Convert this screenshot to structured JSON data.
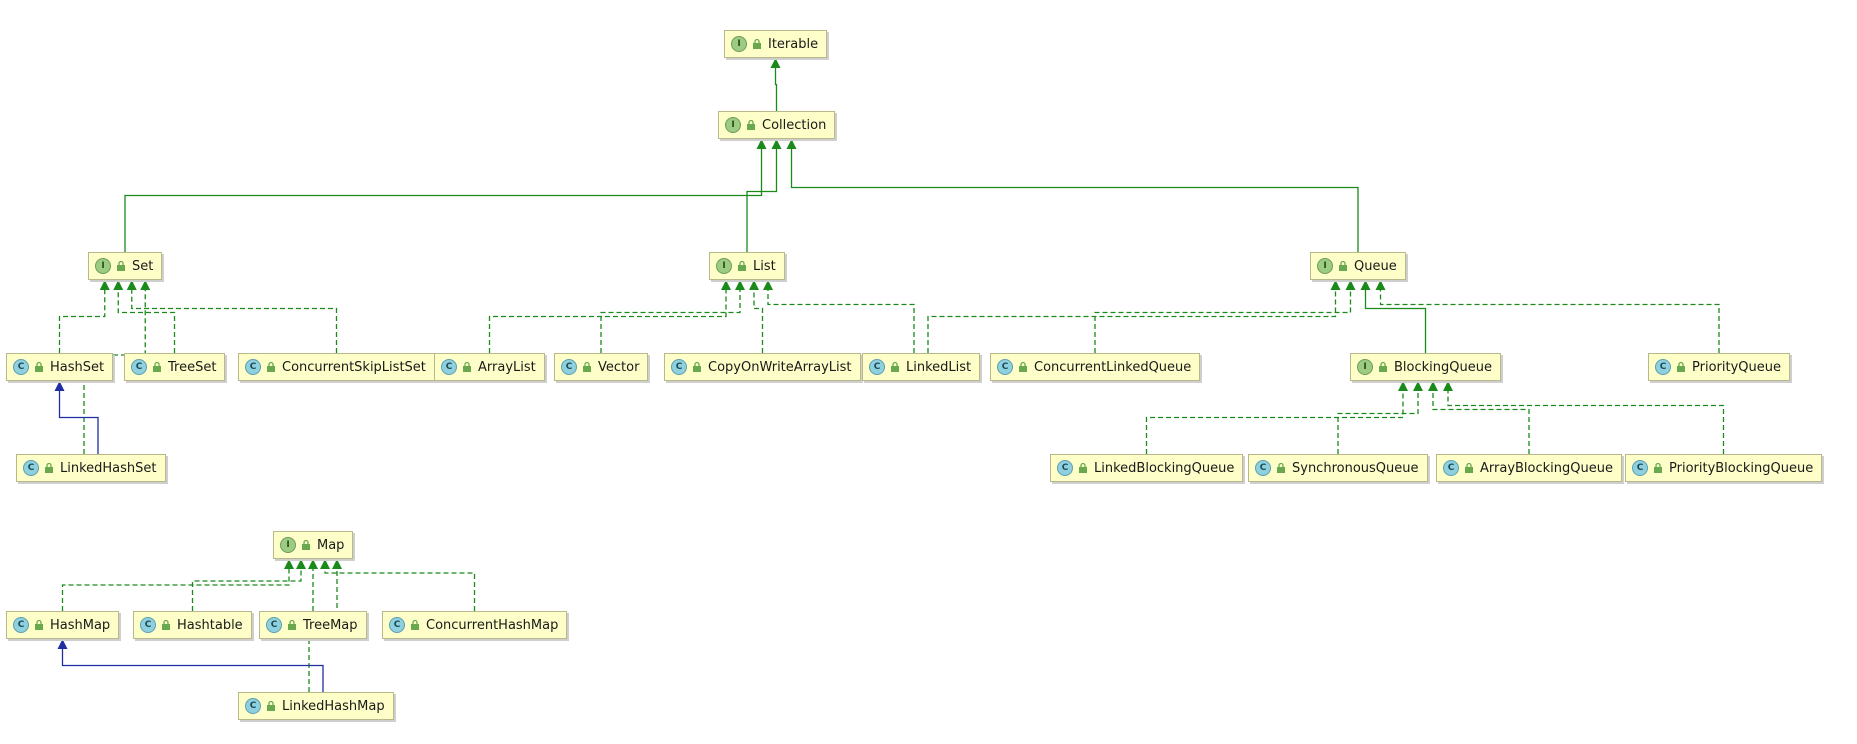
{
  "nodes": {
    "iterable": {
      "label": "Iterable",
      "kind": "interface"
    },
    "collection": {
      "label": "Collection",
      "kind": "interface"
    },
    "set": {
      "label": "Set",
      "kind": "interface"
    },
    "list": {
      "label": "List",
      "kind": "interface"
    },
    "queue": {
      "label": "Queue",
      "kind": "interface"
    },
    "hashset": {
      "label": "HashSet",
      "kind": "class"
    },
    "treeset": {
      "label": "TreeSet",
      "kind": "class"
    },
    "concurrentskiplistset": {
      "label": "ConcurrentSkipListSet",
      "kind": "class"
    },
    "arraylist": {
      "label": "ArrayList",
      "kind": "class"
    },
    "vector": {
      "label": "Vector",
      "kind": "class"
    },
    "copyonwritearraylist": {
      "label": "CopyOnWriteArrayList",
      "kind": "class"
    },
    "linkedlist": {
      "label": "LinkedList",
      "kind": "class"
    },
    "concurrentlinkedqueue": {
      "label": "ConcurrentLinkedQueue",
      "kind": "class"
    },
    "blockingqueue": {
      "label": "BlockingQueue",
      "kind": "interface"
    },
    "priorityqueue": {
      "label": "PriorityQueue",
      "kind": "class"
    },
    "linkedhashset": {
      "label": "LinkedHashSet",
      "kind": "class"
    },
    "linkedblockingqueue": {
      "label": "LinkedBlockingQueue",
      "kind": "class"
    },
    "synchronousqueue": {
      "label": "SynchronousQueue",
      "kind": "class"
    },
    "arrayblockingqueue": {
      "label": "ArrayBlockingQueue",
      "kind": "class"
    },
    "priorityblockingqueue": {
      "label": "PriorityBlockingQueue",
      "kind": "class"
    },
    "map": {
      "label": "Map",
      "kind": "interface"
    },
    "hashmap": {
      "label": "HashMap",
      "kind": "class"
    },
    "hashtable": {
      "label": "Hashtable",
      "kind": "class"
    },
    "treemap": {
      "label": "TreeMap",
      "kind": "class"
    },
    "concurrenthashmap": {
      "label": "ConcurrentHashMap",
      "kind": "class"
    },
    "linkedhashmap": {
      "label": "LinkedHashMap",
      "kind": "class"
    }
  },
  "badges": {
    "interface": "I",
    "class": "C"
  },
  "colors": {
    "interface_extends": "#1a8a1a",
    "implements": "#1a8a1a",
    "class_extends": "#1f2ea0",
    "node_fill": "#fefec8",
    "node_border": "#b8b88a"
  },
  "edges": [
    {
      "from": "collection",
      "to": "iterable",
      "style": "solid"
    },
    {
      "from": "set",
      "to": "collection",
      "style": "solid"
    },
    {
      "from": "list",
      "to": "collection",
      "style": "solid"
    },
    {
      "from": "queue",
      "to": "collection",
      "style": "solid"
    },
    {
      "from": "hashset",
      "to": "set",
      "style": "dashed"
    },
    {
      "from": "treeset",
      "to": "set",
      "style": "dashed"
    },
    {
      "from": "concurrentskiplistset",
      "to": "set",
      "style": "dashed"
    },
    {
      "from": "linkedhashset",
      "to": "set",
      "style": "dashed"
    },
    {
      "from": "linkedhashset",
      "to": "hashset",
      "style": "class"
    },
    {
      "from": "arraylist",
      "to": "list",
      "style": "dashed"
    },
    {
      "from": "vector",
      "to": "list",
      "style": "dashed"
    },
    {
      "from": "copyonwritearraylist",
      "to": "list",
      "style": "dashed"
    },
    {
      "from": "linkedlist",
      "to": "list",
      "style": "dashed"
    },
    {
      "from": "linkedlist",
      "to": "queue",
      "style": "dashed"
    },
    {
      "from": "concurrentlinkedqueue",
      "to": "queue",
      "style": "dashed"
    },
    {
      "from": "blockingqueue",
      "to": "queue",
      "style": "solid"
    },
    {
      "from": "priorityqueue",
      "to": "queue",
      "style": "dashed"
    },
    {
      "from": "linkedblockingqueue",
      "to": "blockingqueue",
      "style": "dashed"
    },
    {
      "from": "synchronousqueue",
      "to": "blockingqueue",
      "style": "dashed"
    },
    {
      "from": "arrayblockingqueue",
      "to": "blockingqueue",
      "style": "dashed"
    },
    {
      "from": "priorityblockingqueue",
      "to": "blockingqueue",
      "style": "dashed"
    },
    {
      "from": "hashmap",
      "to": "map",
      "style": "dashed"
    },
    {
      "from": "hashtable",
      "to": "map",
      "style": "dashed"
    },
    {
      "from": "treemap",
      "to": "map",
      "style": "dashed"
    },
    {
      "from": "concurrenthashmap",
      "to": "map",
      "style": "dashed"
    },
    {
      "from": "linkedhashmap",
      "to": "map",
      "style": "dashed"
    },
    {
      "from": "linkedhashmap",
      "to": "hashmap",
      "style": "class"
    }
  ]
}
